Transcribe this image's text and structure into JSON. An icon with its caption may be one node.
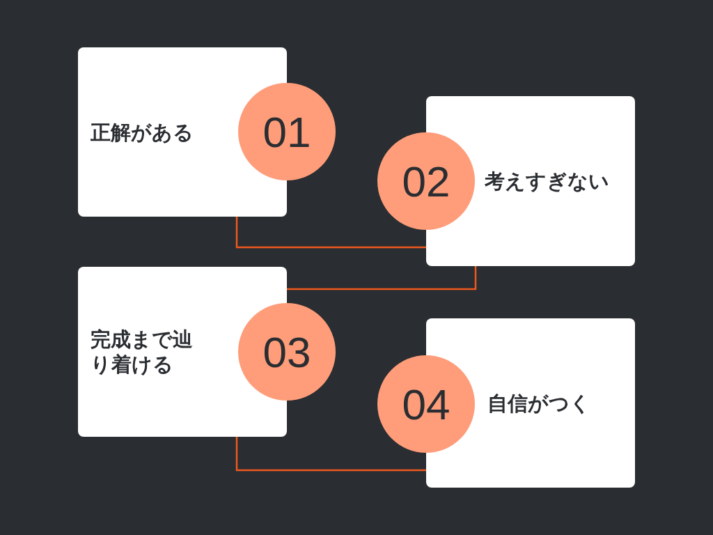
{
  "diagram": {
    "nodes": [
      {
        "text": [
          "正解がある"
        ]
      },
      {
        "text": [
          "01"
        ]
      },
      {
        "text": [
          "02"
        ]
      },
      {
        "text": [
          "考えすぎない"
        ]
      },
      {
        "text": [
          "完成まで辿り着ける"
        ]
      },
      {
        "text": [
          "03"
        ]
      },
      {
        "text": [
          "04"
        ]
      },
      {
        "text": [
          "自信がつく"
        ]
      }
    ],
    "edges": [
      {
        "from": 0,
        "to": 3,
        "arrow": "none"
      },
      {
        "from": 3,
        "to": 4,
        "arrow": "none"
      },
      {
        "from": 4,
        "to": 7,
        "arrow": "none"
      }
    ]
  }
}
